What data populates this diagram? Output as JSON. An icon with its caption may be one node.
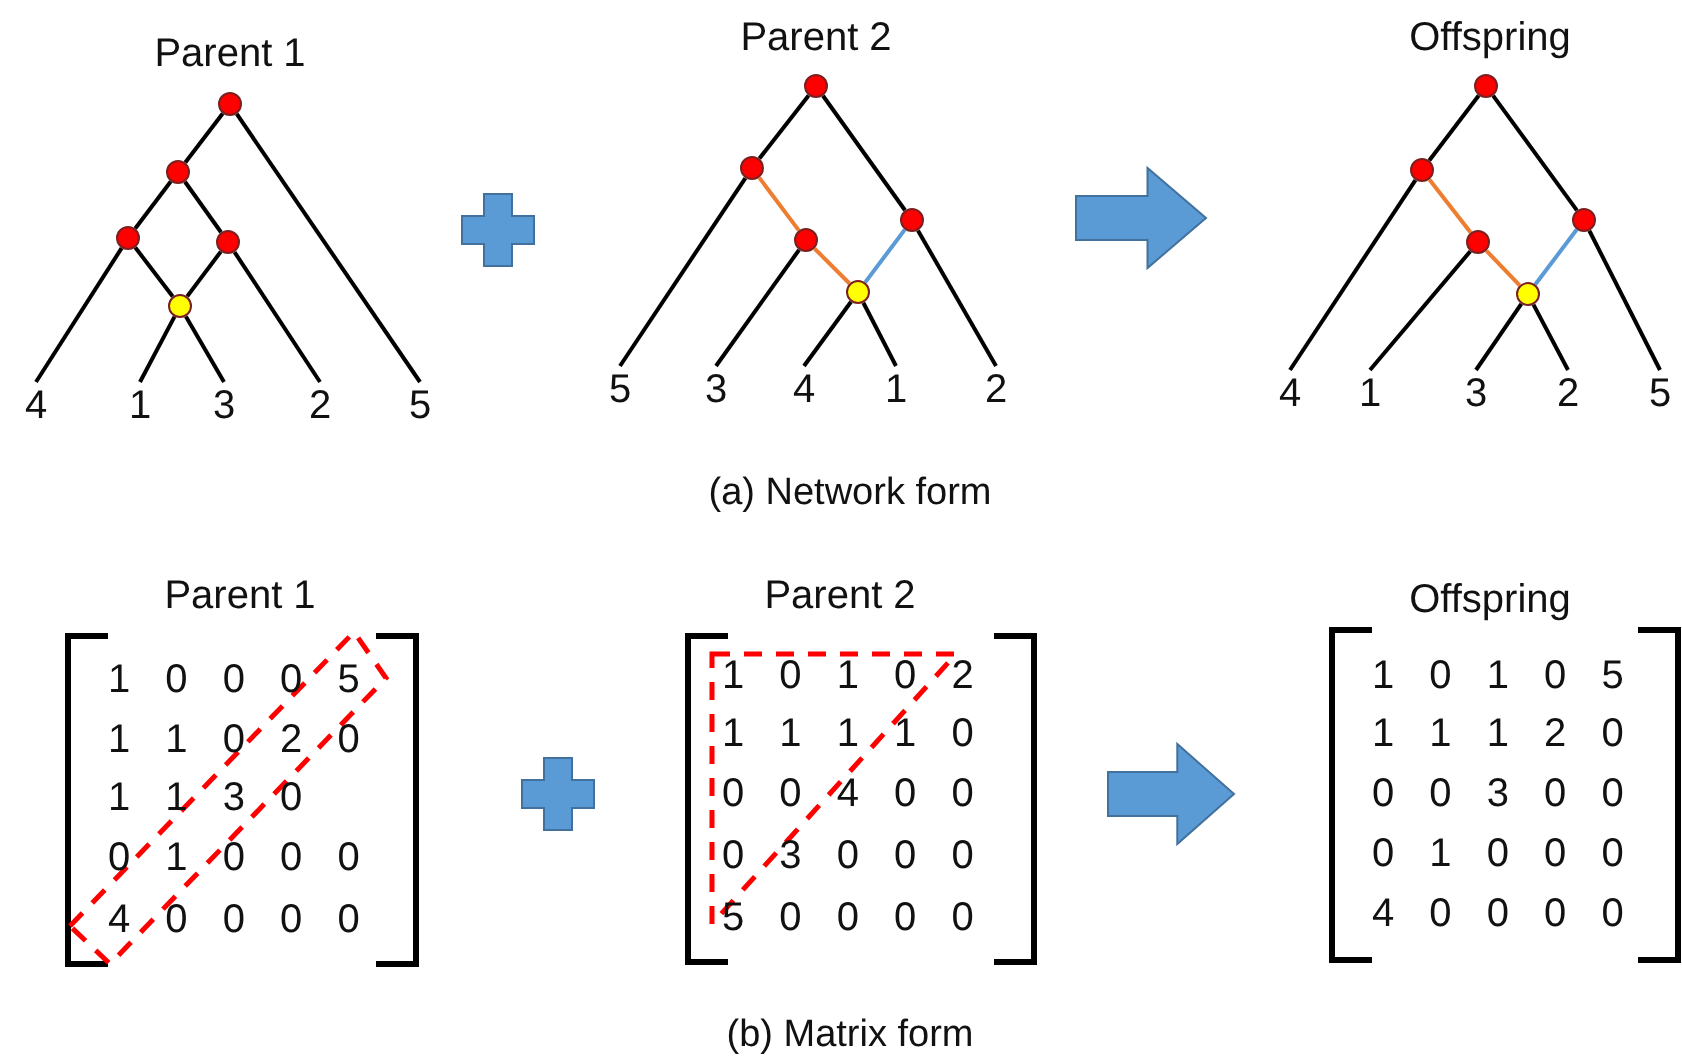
{
  "diagram": {
    "nodes": [
      {
        "text": [],
        "shape": "circle"
      },
      {
        "text": [],
        "shape": "circle"
      },
      {
        "text": [],
        "shape": "circle"
      },
      {
        "text": [],
        "shape": "circle"
      },
      {
        "text": [],
        "shape": "circle"
      },
      {
        "text": [
          "4"
        ]
      },
      {
        "text": [
          "1"
        ]
      },
      {
        "text": [
          "3"
        ]
      },
      {
        "text": [
          "2"
        ]
      },
      {
        "text": [
          "5"
        ]
      },
      {
        "text": [],
        "shape": "circle"
      },
      {
        "text": [],
        "shape": "circle"
      },
      {
        "text": [],
        "shape": "circle"
      },
      {
        "text": [],
        "shape": "circle"
      },
      {
        "text": [],
        "shape": "circle"
      },
      {
        "text": [
          "5"
        ]
      },
      {
        "text": [
          "3"
        ]
      },
      {
        "text": [
          "4"
        ]
      },
      {
        "text": [
          "1"
        ]
      },
      {
        "text": [
          "2"
        ]
      },
      {
        "text": [],
        "shape": "circle"
      },
      {
        "text": [],
        "shape": "circle"
      },
      {
        "text": [],
        "shape": "circle"
      },
      {
        "text": [],
        "shape": "circle"
      },
      {
        "text": [],
        "shape": "circle"
      },
      {
        "text": [
          "4"
        ]
      },
      {
        "text": [
          "1"
        ]
      },
      {
        "text": [
          "3"
        ]
      },
      {
        "text": [
          "2"
        ]
      },
      {
        "text": [
          "5"
        ]
      }
    ],
    "edges": [
      {
        "from": 0,
        "to": 1,
        "arrow": "none"
      },
      {
        "from": 0,
        "to": 9,
        "arrow": "none"
      },
      {
        "from": 1,
        "to": 2,
        "arrow": "none"
      },
      {
        "from": 1,
        "to": 3,
        "arrow": "none"
      },
      {
        "from": 2,
        "to": 5,
        "arrow": "none"
      },
      {
        "from": 2,
        "to": 4,
        "arrow": "none"
      },
      {
        "from": 3,
        "to": 4,
        "arrow": "none"
      },
      {
        "from": 3,
        "to": 8,
        "arrow": "none"
      },
      {
        "from": 4,
        "to": 6,
        "arrow": "none"
      },
      {
        "from": 4,
        "to": 7,
        "arrow": "none"
      },
      {
        "from": 10,
        "to": 11,
        "arrow": "none"
      },
      {
        "from": 10,
        "to": 12,
        "arrow": "none"
      },
      {
        "from": 11,
        "to": 15,
        "arrow": "none"
      },
      {
        "from": 11,
        "to": 13,
        "arrow": "none",
        "color": "#ed7d31"
      },
      {
        "from": 13,
        "to": 16,
        "arrow": "none"
      },
      {
        "from": 13,
        "to": 14,
        "arrow": "none",
        "color": "#ed7d31"
      },
      {
        "from": 12,
        "to": 14,
        "arrow": "none",
        "color": "#5b9bd5"
      },
      {
        "from": 12,
        "to": 19,
        "arrow": "none"
      },
      {
        "from": 14,
        "to": 17,
        "arrow": "none"
      },
      {
        "from": 14,
        "to": 18,
        "arrow": "none"
      },
      {
        "from": 20,
        "to": 21,
        "arrow": "none"
      },
      {
        "from": 20,
        "to": 22,
        "arrow": "none"
      },
      {
        "from": 21,
        "to": 25,
        "arrow": "none"
      },
      {
        "from": 21,
        "to": 23,
        "arrow": "none",
        "color": "#ed7d31"
      },
      {
        "from": 23,
        "to": 26,
        "arrow": "none"
      },
      {
        "from": 23,
        "to": 24,
        "arrow": "none",
        "color": "#ed7d31"
      },
      {
        "from": 22,
        "to": 24,
        "arrow": "none",
        "color": "#5b9bd5"
      },
      {
        "from": 22,
        "to": 29,
        "arrow": "none"
      },
      {
        "from": 24,
        "to": 27,
        "arrow": "none"
      },
      {
        "from": 24,
        "to": 28,
        "arrow": "none"
      }
    ],
    "labels": [
      "Parent 1",
      "Parent 2",
      "Offspring",
      "(a) Network form",
      "Parent 1",
      "Parent 2",
      "Offspring",
      "1 0 0 0 5",
      "1 1 0 2 0",
      "1 1 3 0",
      "0 1 0 0 0",
      "4 0 0 0 0",
      "1 0 1 0 2",
      "1 1 1 1 0",
      "0 0 4 0 0",
      "0 3 0 0 0",
      "5 0 0 0 0",
      "1 0 1 0 5",
      "1 1 1 2 0",
      "0 0 3 0 0",
      "0 1 0 0 0",
      "4 0 0 0 0",
      "(b) Matrix form"
    ]
  }
}
